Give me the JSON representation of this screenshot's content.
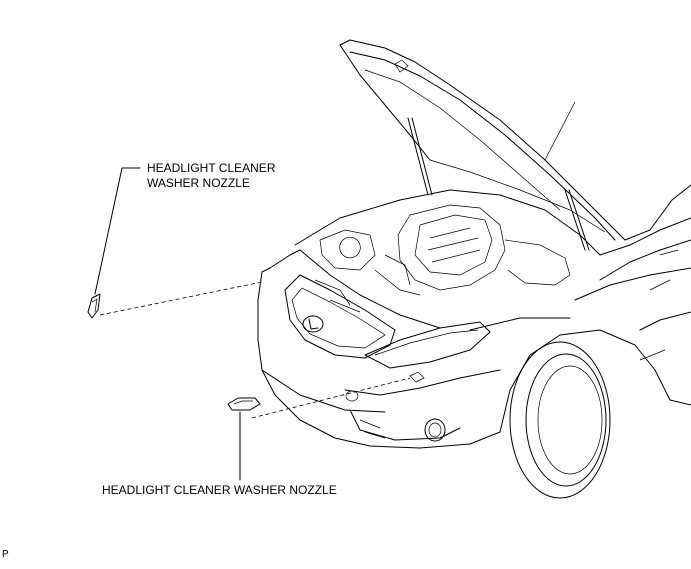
{
  "labels": {
    "upper_line1": "HEADLIGHT CLEANER",
    "upper_line2": "WASHER NOZZLE",
    "lower": "HEADLIGHT CLEANER WASHER NOZZLE",
    "corner_mark": "P"
  }
}
